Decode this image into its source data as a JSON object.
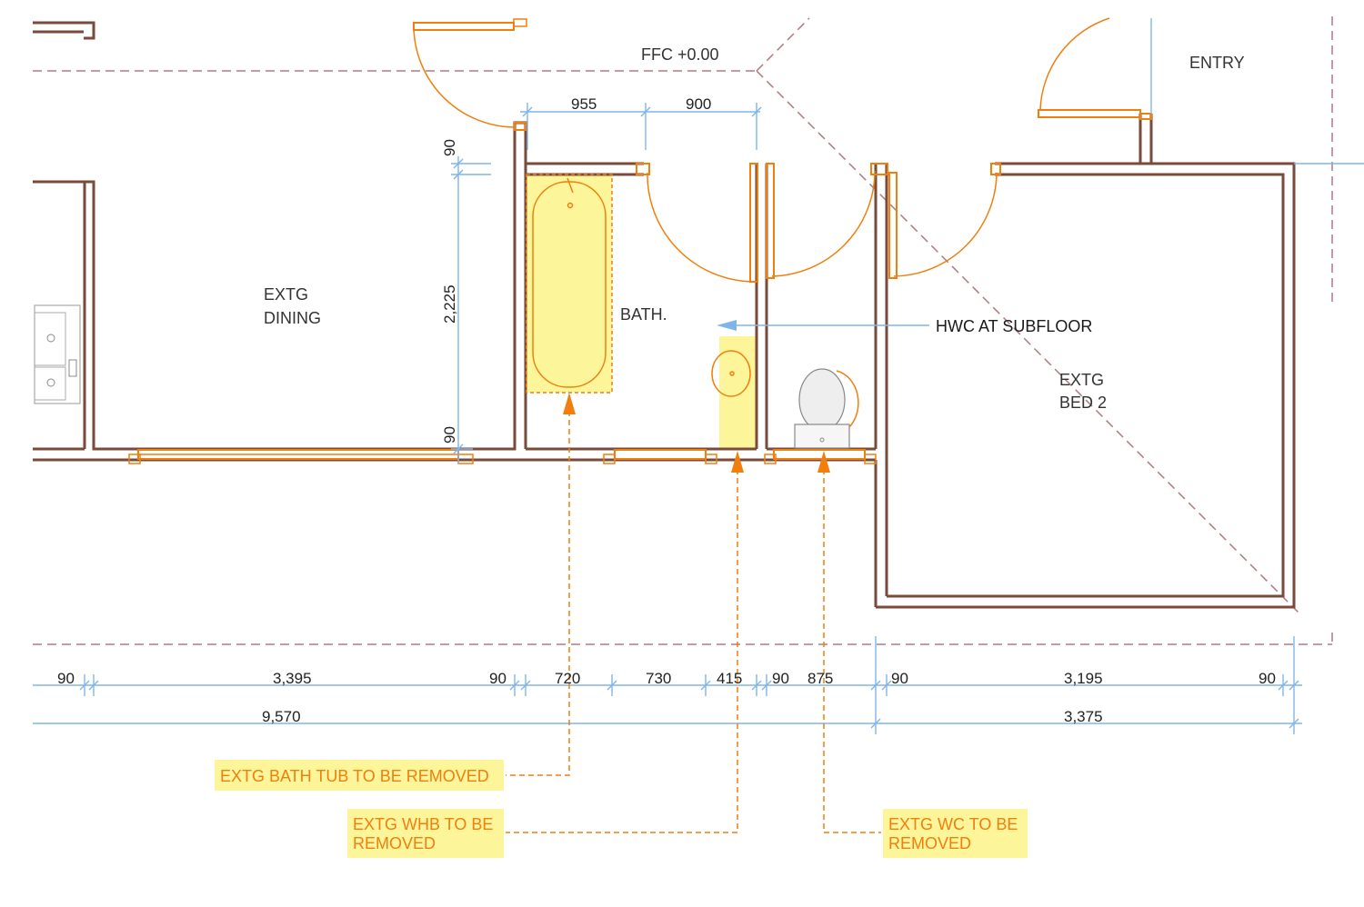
{
  "labels": {
    "ffc": "FFC +0.00",
    "entry": "ENTRY",
    "dining_1": "EXTG",
    "dining_2": "DINING",
    "bath": "BATH.",
    "hwc": "HWC AT SUBFLOOR",
    "bed_1": "EXTG",
    "bed_2": "BED 2"
  },
  "dimensions": {
    "top_955": "955",
    "top_900": "900",
    "v_90_top": "90",
    "v_2225": "2,225",
    "v_90_bottom": "90",
    "b_90_a": "90",
    "b_3395": "3,395",
    "b_90_b": "90",
    "b_720": "720",
    "b_730": "730",
    "b_415": "415",
    "b_90_c": "90",
    "b_875": "875",
    "b_90_d": "90",
    "b_3195": "3,195",
    "b_90_e": "90",
    "total_9570": "9,570",
    "total_3375": "3,375"
  },
  "notes": {
    "bath_tub": "EXTG BATH TUB TO BE REMOVED",
    "whb_1": "EXTG WHB TO BE",
    "whb_2": "REMOVED",
    "wc_1": "EXTG WC TO BE",
    "wc_2": "REMOVED"
  },
  "colors": {
    "wall": "#7a4a3a",
    "fixture": "#f07f0e",
    "highlight": "#fdf59a",
    "dimension": "#7fb5ea",
    "dashed_line": "#b07a80"
  }
}
